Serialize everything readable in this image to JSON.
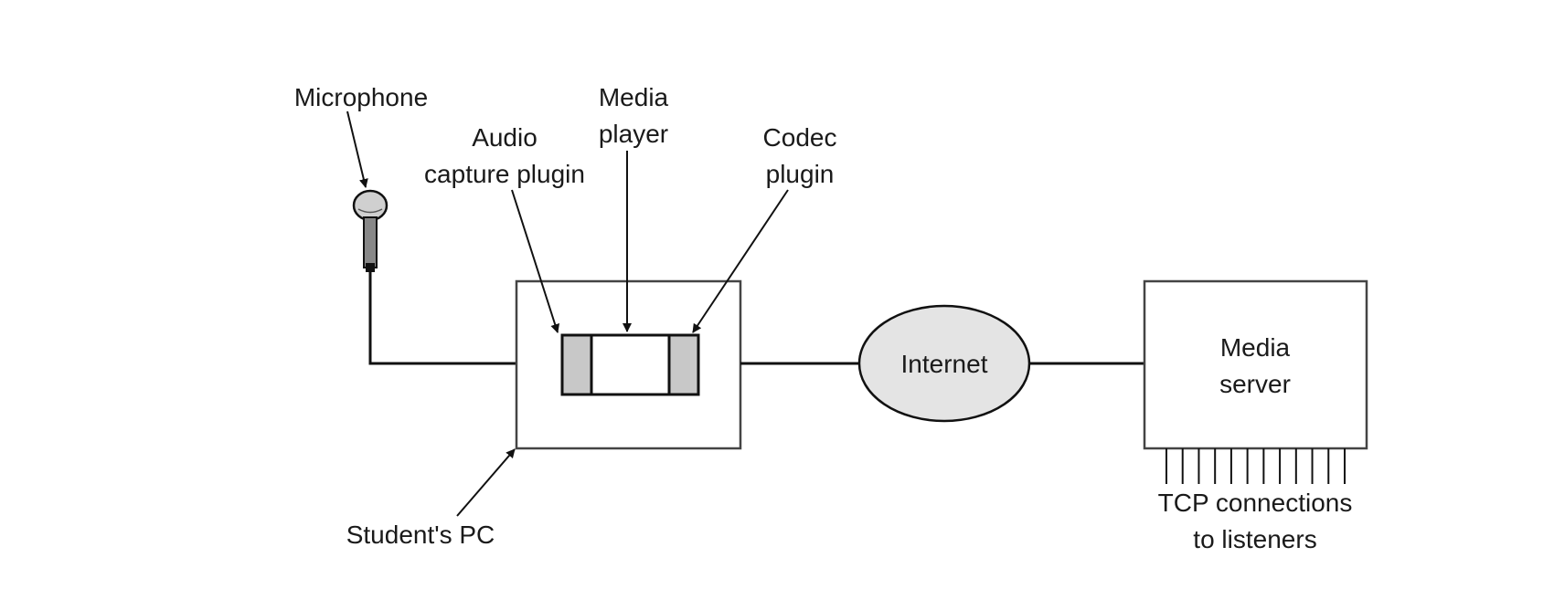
{
  "labels": {
    "microphone": "Microphone",
    "audio_capture_plugin": [
      "Audio",
      "capture plugin"
    ],
    "media_player": [
      "Media",
      "player"
    ],
    "codec_plugin": [
      "Codec",
      "plugin"
    ],
    "internet": "Internet",
    "media_server": [
      "Media",
      "server"
    ],
    "students_pc": "Student's PC",
    "tcp_connections": [
      "TCP connections",
      "to listeners"
    ]
  },
  "colors": {
    "stroke": "#111111",
    "plugin_fill": "#c8c8c8",
    "internet_fill": "#e4e4e4",
    "box_stroke": "#444444"
  },
  "icons": {
    "microphone": "microphone-icon"
  },
  "tcp_connection_count": 12
}
